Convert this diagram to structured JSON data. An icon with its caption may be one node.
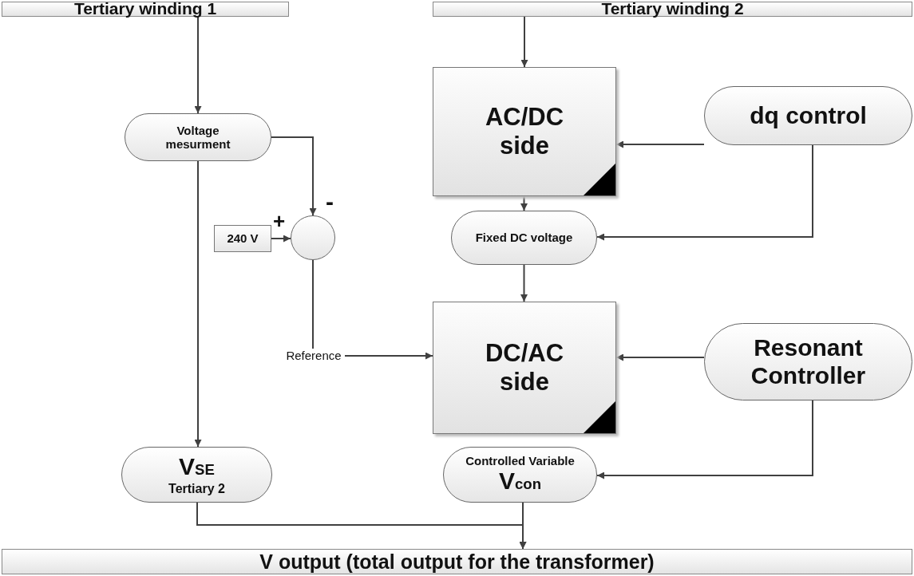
{
  "diagram": {
    "nodes": [
      {
        "text": [
          "Tertiary winding 1"
        ]
      },
      {
        "text": [
          "Tertiary winding 2"
        ]
      },
      {
        "text": [
          "Voltage mesurment"
        ]
      },
      {
        "text": [
          "240 V"
        ]
      },
      {
        "text": [],
        "shape": "circle"
      },
      {
        "text": [
          "AC/DC side"
        ]
      },
      {
        "text": [
          "dq control"
        ]
      },
      {
        "text": [
          "Fixed DC voltage"
        ]
      },
      {
        "text": [
          "DC/AC side"
        ]
      },
      {
        "text": [
          "Resonant Controller"
        ]
      },
      {
        "text": [
          "Reference"
        ]
      },
      {
        "text": [
          "V$_{SE}$",
          "Tertiary 2"
        ]
      },
      {
        "text": [
          "Controlled Variable",
          "V$_{con}$"
        ]
      },
      {
        "text": [
          "V output (total output for the transformer)"
        ]
      }
    ],
    "edges": [
      {
        "from": 0,
        "to": 2,
        "arrow": "to"
      },
      {
        "from": 2,
        "to": 4,
        "arrow": "to"
      },
      {
        "from": 3,
        "to": 4,
        "arrow": "to"
      },
      {
        "from": 4,
        "to": 10,
        "arrow": "none"
      },
      {
        "from": 10,
        "to": 8,
        "arrow": "to"
      },
      {
        "from": 2,
        "to": 11,
        "arrow": "to"
      },
      {
        "from": 1,
        "to": 5,
        "arrow": "to"
      },
      {
        "from": 6,
        "to": 5,
        "arrow": "to"
      },
      {
        "from": 5,
        "to": 7,
        "arrow": "to"
      },
      {
        "from": 6,
        "to": 7,
        "arrow": "to"
      },
      {
        "from": 7,
        "to": 8,
        "arrow": "to"
      },
      {
        "from": 9,
        "to": 8,
        "arrow": "to"
      },
      {
        "from": 9,
        "to": 12,
        "arrow": "to"
      },
      {
        "from": 11,
        "to": 13,
        "arrow": "to"
      },
      {
        "from": 12,
        "to": 13,
        "arrow": "to"
      }
    ],
    "labels": [
      "+",
      "-"
    ]
  }
}
